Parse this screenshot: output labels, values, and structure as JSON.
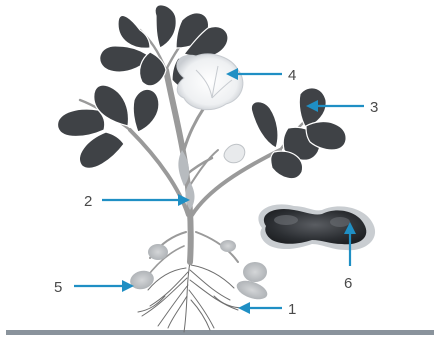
{
  "callouts": [
    {
      "id": "1",
      "label": "1",
      "part": "root"
    },
    {
      "id": "2",
      "label": "2",
      "part": "stem"
    },
    {
      "id": "3",
      "label": "3",
      "part": "leaf"
    },
    {
      "id": "4",
      "label": "4",
      "part": "flower"
    },
    {
      "id": "5",
      "label": "5",
      "part": "pod"
    },
    {
      "id": "6",
      "label": "6",
      "part": "seed"
    }
  ],
  "colors": {
    "arrow": "#1f8fc4",
    "leaf": "#3f4246",
    "stem": "#9a9a9a",
    "ground": "#8a939c",
    "label": "#4a4a4a"
  }
}
